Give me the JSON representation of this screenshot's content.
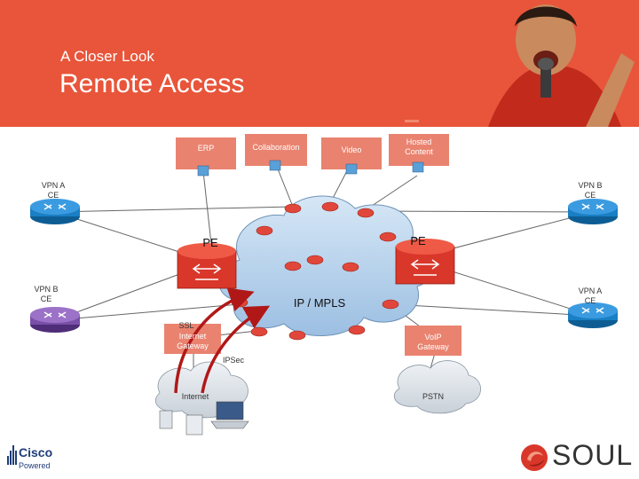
{
  "header": {
    "kicker": "A Closer Look",
    "title": "Remote Access"
  },
  "apps": {
    "erp": "ERP",
    "collaboration": "Collaboration",
    "video": "Video",
    "hosted": "Hosted Content"
  },
  "sites": {
    "vpn_a_top": "VPN A CE",
    "vpn_b_top": "VPN B CE",
    "vpn_b_left": "VPN B CE",
    "vpn_a_right": "VPN A CE"
  },
  "core": {
    "pe_left": "PE",
    "pe_right": "PE",
    "cloud": "IP / MPLS"
  },
  "access": {
    "ssl": "SSL",
    "ssl_gateway": "Internet Gateway",
    "ipsec": "IPSec",
    "internet": "Internet",
    "voip": "VoIP Gateway",
    "pstn": "PSTN"
  },
  "footer": {
    "cisco_brand": "Cisco",
    "cisco_sub": "Powered",
    "soul_brand": "SOUL"
  },
  "colors": {
    "banner": "#e8553a",
    "app_box": "#e9836f",
    "pe_router": "#d9372a",
    "vpn_a_router": "#1a7fc4",
    "vpn_b_router": "#7a4fa8",
    "cloud": "#bcd6ee",
    "remote_arrow": "#b01818"
  }
}
